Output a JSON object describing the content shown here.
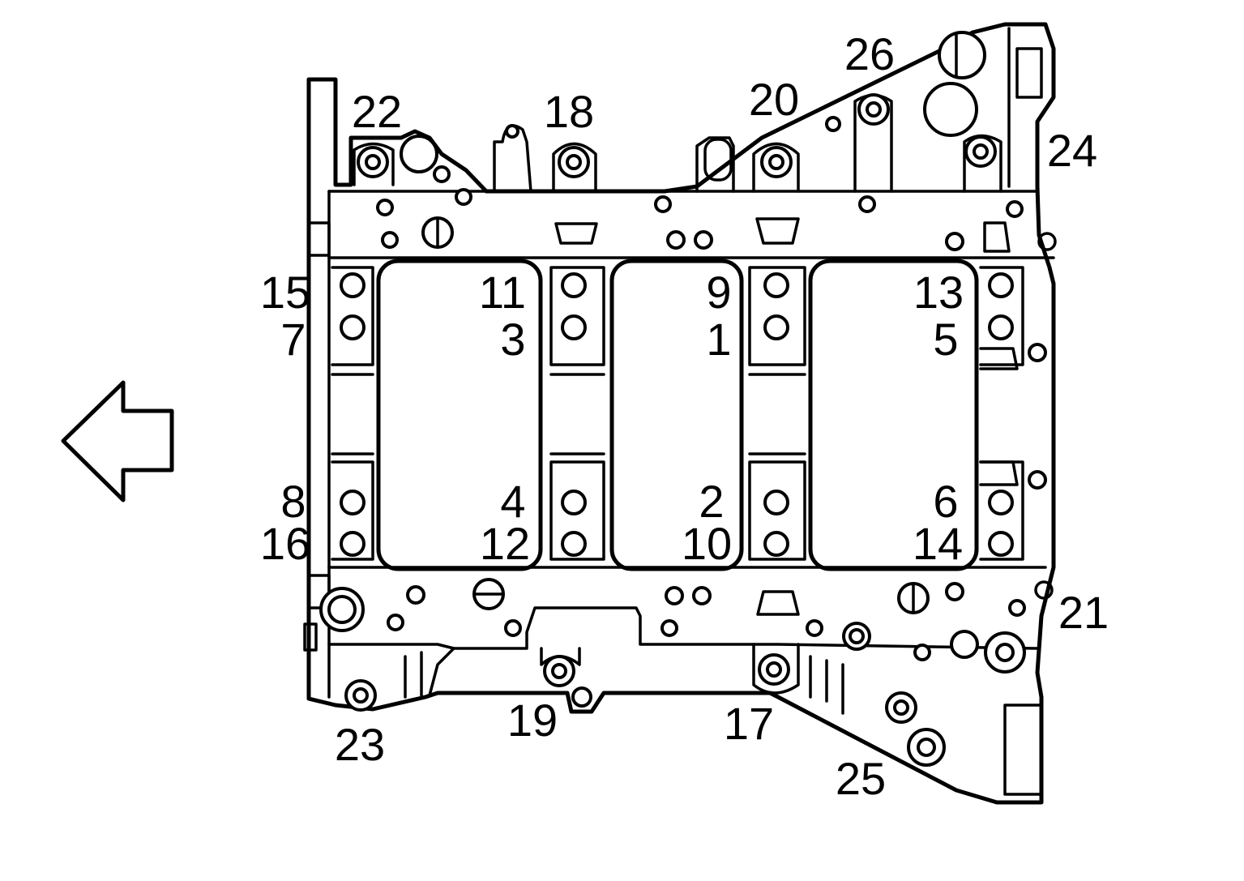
{
  "direction_arrow": {
    "icon": "left-arrow-icon"
  },
  "bolt_labels": [
    "1",
    "2",
    "3",
    "4",
    "5",
    "6",
    "7",
    "8",
    "9",
    "10",
    "11",
    "12",
    "13",
    "14",
    "15",
    "16",
    "17",
    "18",
    "19",
    "20",
    "21",
    "22",
    "23",
    "24",
    "25",
    "26"
  ]
}
